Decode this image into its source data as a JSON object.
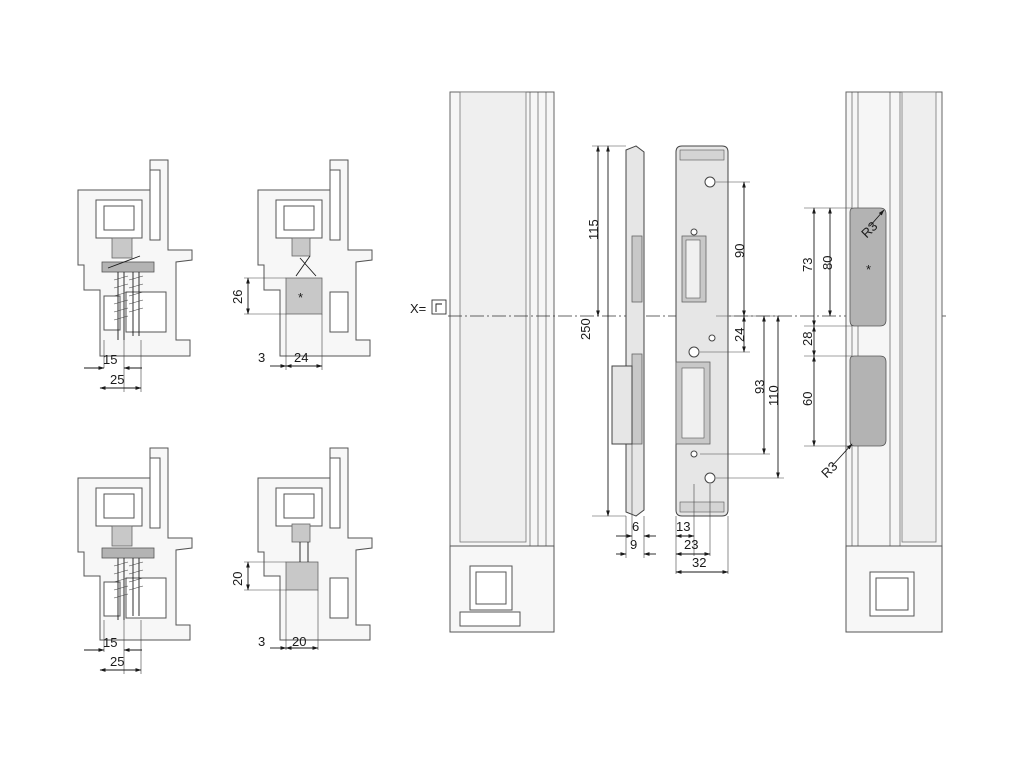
{
  "dims": {
    "a15": "15",
    "a25": "25",
    "b26": "26",
    "b3": "3",
    "b24": "24",
    "c15": "15",
    "c25": "25",
    "d20": "20",
    "d3": "3",
    "d20w": "20",
    "x_label": "X=",
    "p115": "115",
    "p250": "250",
    "p6": "6",
    "p9": "9",
    "k90": "90",
    "k24": "24",
    "k93": "93",
    "k110": "110",
    "k13": "13",
    "k23": "23",
    "k32": "32",
    "r73": "73",
    "r80": "80",
    "r28": "28",
    "r60": "60",
    "r3a": "R3",
    "r3b": "R3",
    "star1": "*",
    "star2": "*"
  }
}
